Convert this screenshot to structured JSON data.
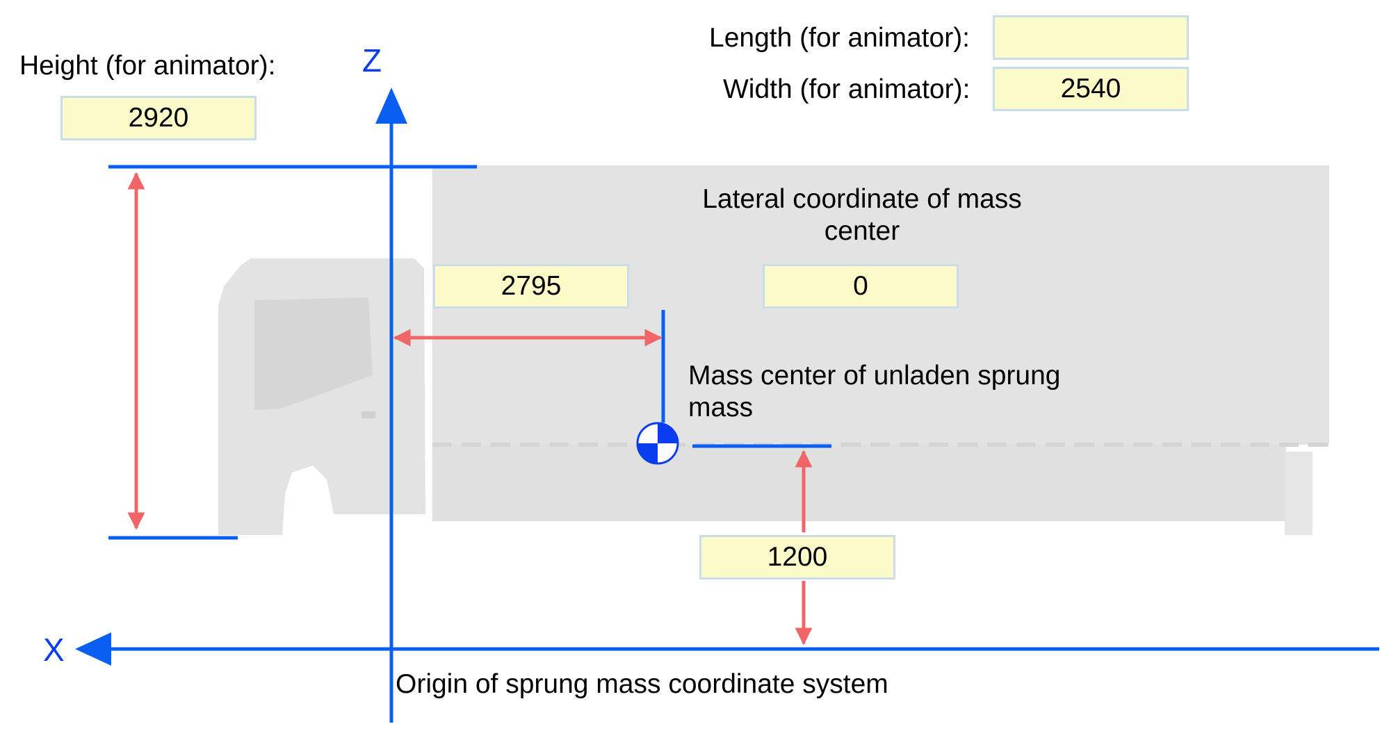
{
  "labels": {
    "height": "Height (for animator):",
    "length": "Length (for animator):",
    "width": "Width (for animator):",
    "lateral": "Lateral coordinate of mass center",
    "mass_center": "Mass center of unladen sprung mass",
    "origin": "Origin of sprung mass coordinate system"
  },
  "axes": {
    "z": "Z",
    "x": "X"
  },
  "fields": {
    "height": "2920",
    "length": "",
    "width": "2540",
    "longitudinal": "2795",
    "lateral": "0",
    "vertical": "1200"
  },
  "icons": [
    "truck-silhouette-icon",
    "mass-center-icon",
    "dimension-arrow-icon"
  ],
  "colors": {
    "axis": "#0b5ff0",
    "axis_label": "#0b3df0",
    "dimension_arrow": "#f06666",
    "field_background": "#fafbc8",
    "field_border": "#c9dcec",
    "truck": "#e3e3e3"
  }
}
